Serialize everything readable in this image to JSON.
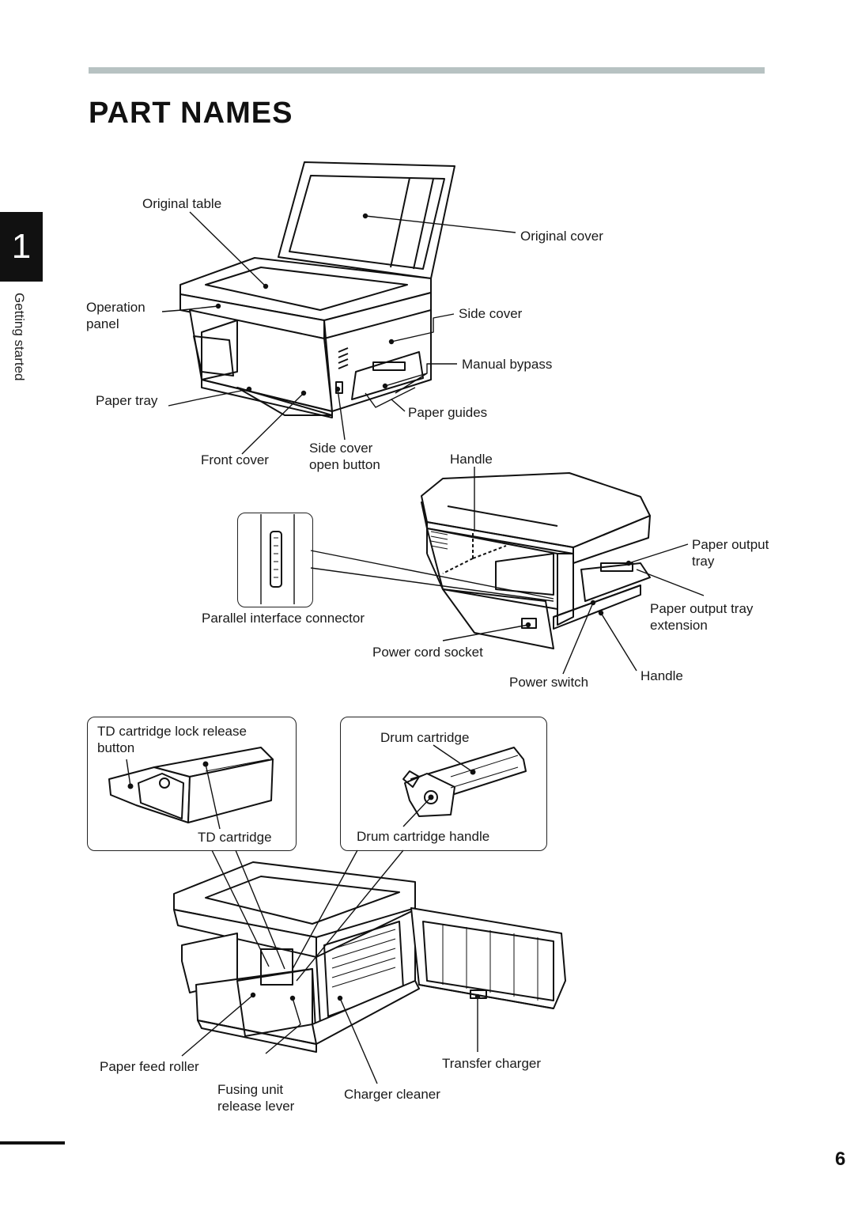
{
  "page": {
    "title": "PART NAMES",
    "chapter_number": "1",
    "chapter_label": "Getting started",
    "page_number": "6"
  },
  "labels": {
    "original_table": "Original table",
    "original_cover": "Original cover",
    "operation_panel": [
      "Operation",
      "panel"
    ],
    "side_cover": "Side cover",
    "manual_bypass": "Manual bypass",
    "paper_tray": "Paper tray",
    "paper_guides": "Paper guides",
    "front_cover": "Front cover",
    "side_cover_open_button": [
      "Side cover",
      "open button"
    ],
    "handle_top": "Handle",
    "paper_output_tray": [
      "Paper output",
      "tray"
    ],
    "parallel_interface_connector": "Parallel interface connector",
    "paper_output_tray_extension": [
      "Paper output tray",
      "extension"
    ],
    "power_cord_socket": "Power cord socket",
    "power_switch": "Power switch",
    "handle_bottom": "Handle",
    "td_cartridge_lock_release_button": [
      "TD cartridge lock release",
      "button"
    ],
    "td_cartridge": "TD cartridge",
    "drum_cartridge": "Drum cartridge",
    "drum_cartridge_handle": "Drum cartridge handle",
    "paper_feed_roller": "Paper feed roller",
    "transfer_charger": "Transfer charger",
    "fusing_unit_release_lever": [
      "Fusing unit",
      "release lever"
    ],
    "charger_cleaner": "Charger cleaner"
  }
}
